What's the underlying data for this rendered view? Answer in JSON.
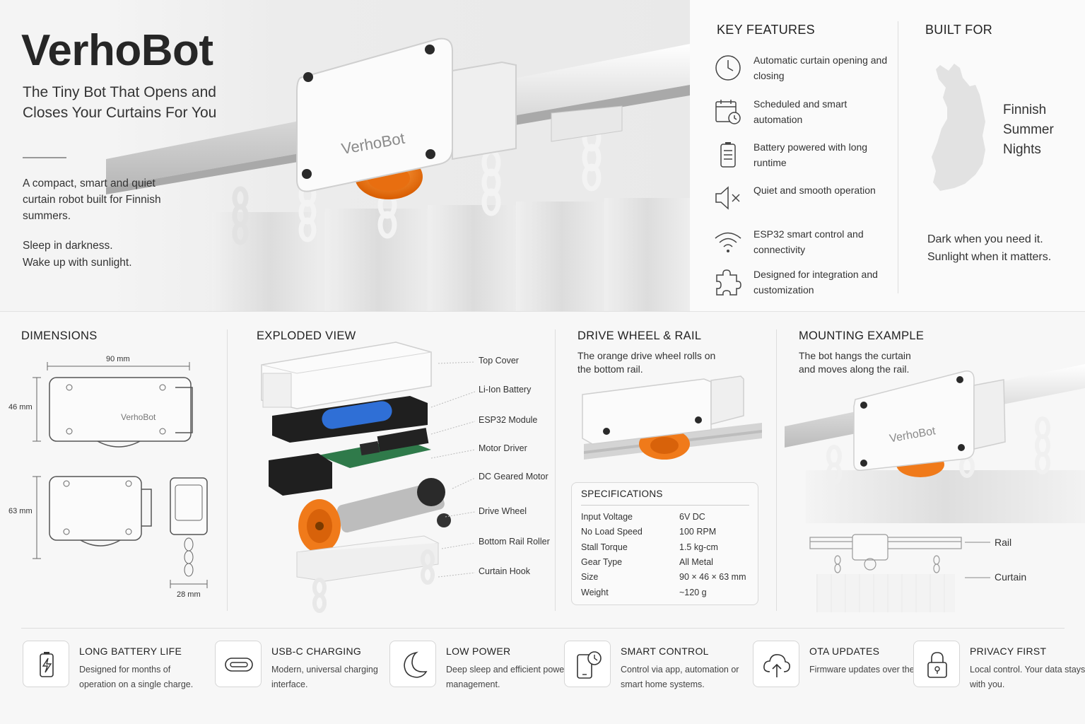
{
  "hero": {
    "brand": "VerhoBot",
    "tagline": "The Tiny Bot That Opens and Closes Your Curtains For You",
    "description": "A compact, smart and quiet curtain robot built for Finnish summers.",
    "slogan_line1": "Sleep in darkness.",
    "slogan_line2": "Wake up with sunlight.",
    "device_logo": "VerhoBot"
  },
  "key_features": {
    "title": "KEY FEATURES",
    "items": [
      {
        "icon": "clock-icon",
        "text": "Automatic curtain opening and closing"
      },
      {
        "icon": "calendar-clock-icon",
        "text": "Scheduled and smart automation"
      },
      {
        "icon": "battery-icon",
        "text": "Battery powered with long runtime"
      },
      {
        "icon": "speaker-muted-icon",
        "text": "Quiet and smooth operation"
      },
      {
        "icon": "wifi-icon",
        "text": "ESP32 smart control and connectivity"
      },
      {
        "icon": "puzzle-icon",
        "text": "Designed for integration and customization"
      }
    ]
  },
  "built_for": {
    "title": "BUILT FOR",
    "label": "Finnish Summer Nights",
    "slogan": "Dark when you need it. Sunlight when it matters."
  },
  "dimensions": {
    "title": "DIMENSIONS",
    "width": "90 mm",
    "height": "46 mm",
    "depth": "63 mm",
    "thickness": "28 mm",
    "logo": "VerhoBot"
  },
  "exploded": {
    "title": "EXPLODED VIEW",
    "parts": [
      "Top Cover",
      "Li-Ion Battery",
      "ESP32 Module",
      "Motor Driver",
      "DC Geared Motor",
      "Drive Wheel",
      "Bottom Rail Roller",
      "Curtain Hook"
    ]
  },
  "drive": {
    "title": "DRIVE WHEEL & RAIL",
    "text": "The orange drive wheel rolls on the bottom rail."
  },
  "specs": {
    "title": "SPECIFICATIONS",
    "rows": [
      {
        "key": "Input Voltage",
        "value": "6V DC"
      },
      {
        "key": "No Load Speed",
        "value": "100 RPM"
      },
      {
        "key": "Stall Torque",
        "value": "1.5 kg-cm"
      },
      {
        "key": "Gear Type",
        "value": "All Metal"
      },
      {
        "key": "Size",
        "value": "90 × 46 × 63 mm"
      },
      {
        "key": "Weight",
        "value": "~120 g"
      }
    ]
  },
  "mounting": {
    "title": "MOUNTING EXAMPLE",
    "text": "The bot hangs the curtain and moves along the rail.",
    "rail_label": "Rail",
    "curtain_label": "Curtain",
    "logo": "VerhoBot"
  },
  "footer": [
    {
      "icon": "battery-bolt-icon",
      "title": "LONG BATTERY LIFE",
      "desc": "Designed for months of operation on a single charge."
    },
    {
      "icon": "usb-c-icon",
      "title": "USB-C CHARGING",
      "desc": "Modern, universal charging interface."
    },
    {
      "icon": "moon-icon",
      "title": "LOW POWER",
      "desc": "Deep sleep and efficient power management."
    },
    {
      "icon": "phone-clock-icon",
      "title": "SMART CONTROL",
      "desc": "Control via app, automation or smart home systems."
    },
    {
      "icon": "cloud-upload-icon",
      "title": "OTA UPDATES",
      "desc": "Firmware updates over the air."
    },
    {
      "icon": "padlock-icon",
      "title": "PRIVACY FIRST",
      "desc": "Local control. Your data stays with you."
    }
  ],
  "colors": {
    "accent_orange": "#f07a1a",
    "battery_blue": "#2f6fd6",
    "pcb_green": "#2f7a4a"
  }
}
